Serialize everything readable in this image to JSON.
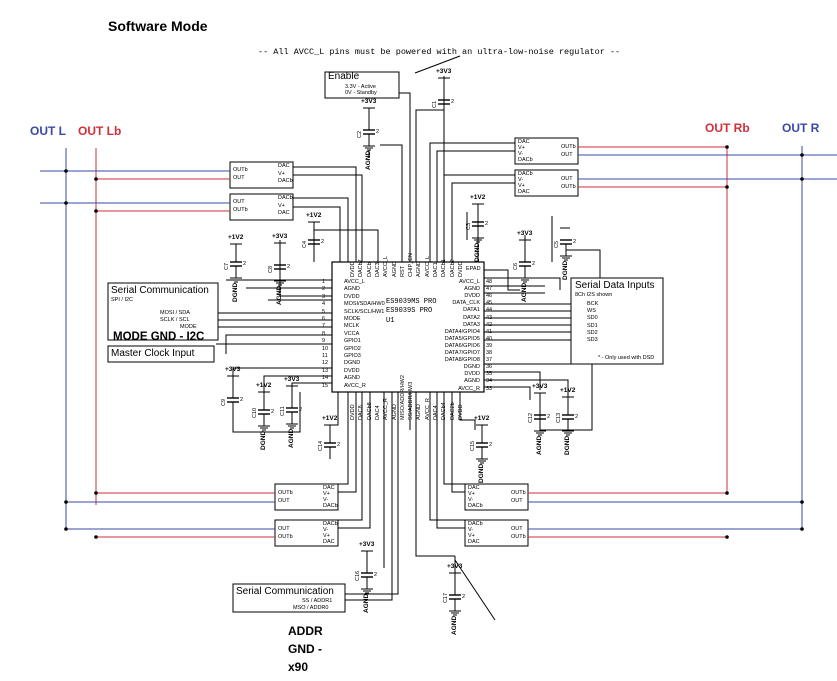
{
  "title": "Software Mode",
  "note": "-- All AVCC_L pins must be powered with an ultra-low-noise regulator --",
  "outputs": {
    "out_l": "OUT L",
    "out_lb": "OUT Lb",
    "out_rb": "OUT Rb",
    "out_r": "OUT R"
  },
  "enable": {
    "title": "Enable",
    "line1": "3.3V - Active",
    "line2": "0V - Standby"
  },
  "serial_comm": {
    "title": "Serial Communication",
    "subtitle": "SPI / I2C",
    "pins": [
      "MOSI / SDA",
      "SCLK / SCL",
      "MODE"
    ]
  },
  "mode_label": "MODE GND - I2C",
  "master_clock": "Master Clock Input",
  "serial_data": {
    "title": "Serial Data Inputs",
    "subtitle": "8Ch I2S shown",
    "pins": [
      "BCK",
      "WS",
      "SD0",
      "SD1",
      "SD2",
      "SD3"
    ],
    "footnote": "* - Only used with DSD"
  },
  "serial_comm2": {
    "title": "Serial Communication",
    "pins": [
      "SS / ADDR1",
      "MSO / ADDR0"
    ]
  },
  "addr_label": [
    "ADDR",
    "GND -",
    "x90"
  ],
  "chip": {
    "name1": "ES9039MS PRO",
    "name2": "ES9039S PRO",
    "ref": "U1",
    "left_pins": [
      "AVCC_L",
      "AGND",
      "DVDD",
      "MOSI/SDA/HW0",
      "SCLK/SCL/HW1",
      "MODE",
      "MCLK",
      "VCCA",
      "GPIO1",
      "GPIO2",
      "GPIO3",
      "DGND",
      "DVDD",
      "AGND",
      "AVCC_R"
    ],
    "left_nums": [
      "1",
      "2",
      "3",
      "4",
      "5",
      "6",
      "7",
      "8",
      "9",
      "10",
      "11",
      "12",
      "13",
      "14",
      "15"
    ],
    "right_pins": [
      "AVCC_L",
      "AGND",
      "DVDD",
      "DATA_CLK",
      "DATA1",
      "DATA2",
      "DATA3",
      "DATA4/GPIO4",
      "DATA5/GPIO5",
      "DATA6/GPIO6",
      "DATA7/GPIO7",
      "DATA8/GPIO8",
      "DGND",
      "DVDD",
      "AGND",
      "AVCC_R"
    ],
    "right_nums": [
      "48",
      "47",
      "46",
      "45",
      "44",
      "43",
      "42",
      "41",
      "40",
      "39",
      "38",
      "37",
      "36",
      "35",
      "34",
      "33"
    ],
    "top_pins": [
      "DVDD",
      "DACb7",
      "DACb",
      "DAC3",
      "AVCC_L",
      "AGND",
      "RST",
      "CHIP_EN",
      "AGND",
      "AVCC_L",
      "DAC1",
      "DACb1",
      "DACb2",
      "DVDD"
    ],
    "bottom_pins": [
      "DVDD",
      "DAC8",
      "DACb8",
      "DAC4",
      "AVCC_R",
      "AGND",
      "MISO/ADDR/HW2",
      "SS/ADDR/HW3",
      "AGND",
      "AVCC_R",
      "DAC4",
      "DACb4",
      "DAC2b",
      "DVDD"
    ],
    "epad": "EPAD"
  },
  "caps": [
    "C1",
    "C2",
    "C3",
    "C4",
    "C5",
    "C6",
    "C7",
    "C8",
    "C9",
    "C10",
    "C11",
    "C12",
    "C13",
    "C14",
    "C15",
    "C16",
    "C17"
  ],
  "rails": {
    "v33": "+3V3",
    "v12": "+1V2"
  },
  "grounds": {
    "agnd": "AGND",
    "dgnd": "DGND"
  },
  "cap_unit": "2",
  "dac_block": {
    "dac": "DAC",
    "dacb": "DACb",
    "vplus": "V+",
    "vminus": "V-",
    "out": "OUT",
    "outb": "OUTb"
  }
}
